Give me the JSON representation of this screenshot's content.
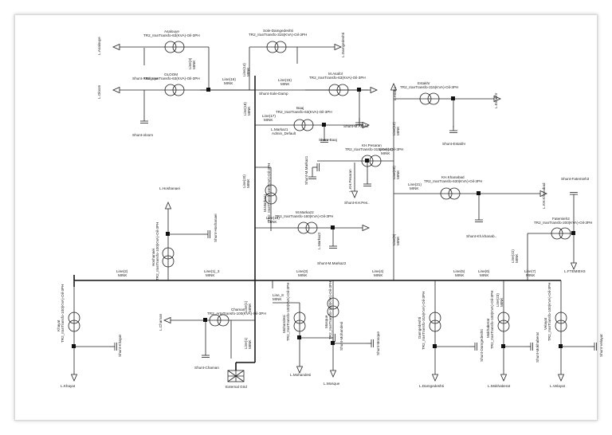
{
  "colors": {
    "line": "#222222",
    "background": "#ffffff",
    "frame": "#d8d8d8"
  },
  "labels": {
    "asalouyeh": [
      "Asalouye",
      "TR2_IranTransfo-63(KVA)-Oil-3PH"
    ],
    "l_asalouyeh": "L.Asalouye",
    "line3_top": [
      "Line(3)",
      "MINK"
    ],
    "oloom": [
      "OLOOM",
      "TR2_IranTransfo-63(KVA)-Oil-3PH"
    ],
    "shunt_asalouye": "Shunt-Asalouye",
    "l_oloom": "L.Oloom",
    "line16": [
      "Line(16)",
      "MINK"
    ],
    "shunt_oloom": "Shunt-oloom",
    "line14": [
      "Line(14)",
      "MINK"
    ],
    "sole": [
      "Sole-Damgedeshti",
      "TR2_IranTransfo-315(KVA)-Oil-3PH"
    ],
    "l_sole": "L.Damgedeshti",
    "line15": [
      "Line(15)",
      "MINK"
    ],
    "line18": [
      "Line(18)",
      "MINK"
    ],
    "shunt_sole": "Shunt-Sole-Damp",
    "masafol": [
      "M.Asafol",
      "TR2_IranTransfo-63(KVA)-Oil-3PH"
    ],
    "shunt_masafol": "Shunt-M.Asafol",
    "l_asafol": "L.Asafol",
    "estakhr": [
      "Estakhr",
      "TR2_IranTransfo-315(KVA)-Oil-3PH"
    ],
    "l_estakhr": "L.Estakhr",
    "shunt_estakhr": "Shunt-Estakhr",
    "baaj": [
      "Baaj",
      "TR2_IranTransfo-63(KVA)-Oil-3PH"
    ],
    "line17": [
      "Line(17)",
      "MINK"
    ],
    "l_markaz": [
      "L.Markaz1",
      "Admin_Default"
    ],
    "shunt_baaj": "Shunt-Baaj",
    "line12": [
      "Line(12)",
      "MINK"
    ],
    "kh_pesaran": [
      "KH.Pesaran",
      "TR2_IranTransfo-315(KVA)-Oil-3PH"
    ],
    "line13": [
      "Line(13)",
      "MINK"
    ],
    "l_khpesaran": "L.KH.Pesaran",
    "shunt_khpes": "Shunt-KH.Pes..",
    "shunt_markaz1": "Shunt-M.Markaz1",
    "line20": [
      "Line(20)",
      "MINK"
    ],
    "line20_v": [
      "Line(20)",
      "MINK"
    ],
    "markaz1": [
      "M.Markaz1",
      "TR2_IranTransfo-160(KVA)-Oil-3PH"
    ],
    "markaz2": [
      "M.Markaz2",
      "TR2_IranTransfo-160(KVA)-Oil-3PH"
    ],
    "line19": [
      "Line(19)",
      "MINK"
    ],
    "l_markaz2": "L.Markaz2",
    "shunt_markaz2": "Shunt-M.Markaz2",
    "kh_khanabad": [
      "KH.Khanabad",
      "TR2_IranTransfo-630(KVA)-Oil-3PH"
    ],
    "line21": [
      "Line(21)",
      "MINK"
    ],
    "l_khanabad": "L.KH.Khanabad",
    "shunt_khanabad": "Shunt-Kh.khanab..",
    "line9": [
      "Line(9)",
      "MINK"
    ],
    "shunt_fatemieh": "Shunt-Fatemieh3",
    "fatemieh": [
      "Fatemieh3",
      "TR2_IranTransfo-200(KVA)-Oil-3PH"
    ],
    "line22": [
      "Line(22)",
      "MINK"
    ],
    "l_fatemieh": "L.FTEMIEH3",
    "l_rostanian": "L.Hoshanaei",
    "rostanian": [
      "Hoshanaei",
      "TR2_IranTransfo-100(KVA)-Oil-3PH"
    ],
    "shunt_hoshanaei": "Shunt-Hoshanaei",
    "line2": [
      "Line(2)",
      "MINK"
    ],
    "line1_3": [
      "Line(1)_3",
      "MINK"
    ],
    "line3": [
      "Line(3)",
      "MINK"
    ],
    "line4": [
      "Line(4)",
      "MINK"
    ],
    "line5": [
      "Line(5)",
      "MINK"
    ],
    "line6": [
      "Line(6)",
      "MINK"
    ],
    "line7": [
      "Line(7)",
      "MINK"
    ],
    "line23": [
      "Line(23)",
      "MINK"
    ],
    "line1": [
      "Line(1)",
      "MINK"
    ],
    "line8": [
      "Line_8",
      "MINK"
    ],
    "chaman": [
      "Chaman",
      "TR2_ArtaTransfo-100(KVA)-Oil-3PH"
    ],
    "l_chaman": "L.Chaman",
    "shunt_chaman": "Shunt-Chaman",
    "line1_lower": [
      "Line(1)",
      "MINK"
    ],
    "external_grid": "External Grid",
    "mohandesi": [
      "Mohandesi",
      "TR2_IranTransfo-100(KVA)-Oil-3PH"
    ],
    "l_mohandesi": "L.Mohandesi",
    "shunt_mohandesi": "Shunt-Mohandesi",
    "mosque": [
      "Mosque",
      "TR2_IranTransfo-100(KVA)-Oil-3PH"
    ],
    "shunt_mosque": "Shunt-Mosque",
    "l_mosque": "L.Mosque",
    "damgedeshti": [
      "Damgedeshti",
      "TR2_IranTransfo-315(KVA)-Oil-3PH"
    ],
    "shunt_damgedeshti": "Shunt-Damgedeshti",
    "l_damgedeshti": "L.Damgedeshti",
    "mokhaberat": [
      "Mokhaberat",
      "TR2_IranTransfo-100(KVA)-Oil-3PH"
    ],
    "shunt_mokhaberat": "Shunt-Mokhaberat",
    "l_mokhaberat": "L.Mokhaberat",
    "velayat": [
      "Velayat",
      "TR2_IranTransfo-100(KVA)-Oil-3PH"
    ],
    "shunt_velayat": "Shunt-Velayat",
    "l_velayat": "L.Velayat",
    "khayat": [
      "Khayat",
      "TR2_IranTransfo-100(KVA)-Oil-3PH"
    ],
    "shunt_khayat": "Shunt-Khayat",
    "l_khayat": "L.Khayat"
  }
}
